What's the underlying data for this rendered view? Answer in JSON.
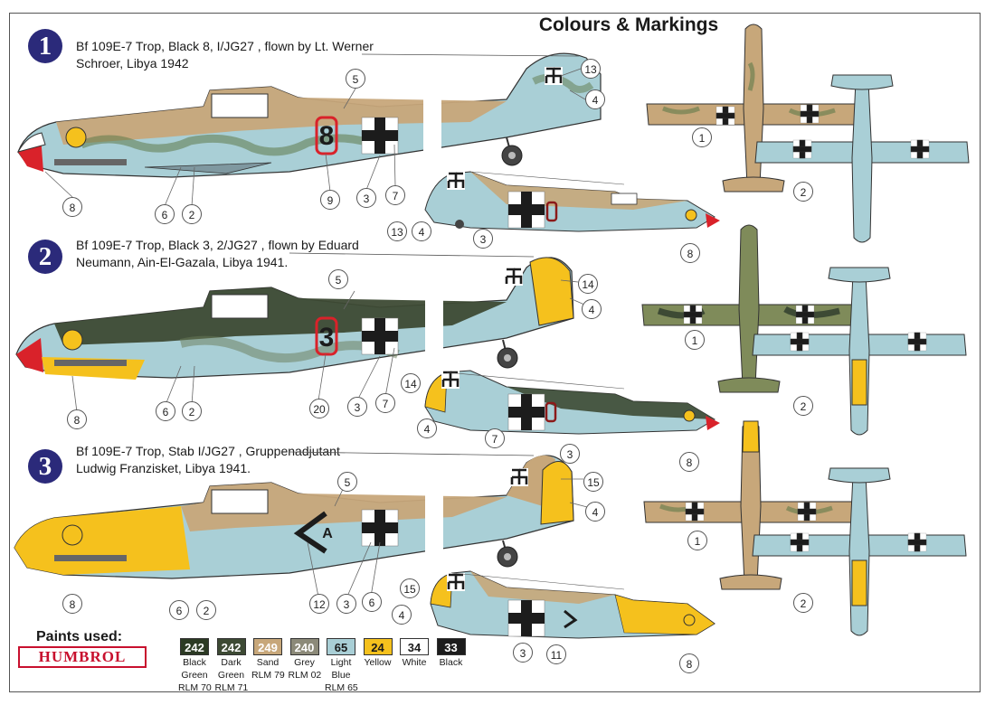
{
  "title": "Colours & Markings",
  "schemes": [
    {
      "number": "1",
      "line1": "Bf 109E-7 Trop, Black 8, I/JG27 , flown by Lt. Werner",
      "line2": "Schroer, Libya 1942"
    },
    {
      "number": "2",
      "line1": "Bf 109E-7 Trop, Black 3, 2/JG27 , flown by  Eduard",
      "line2": "Neumann, Ain-El-Gazala, Libya 1941."
    },
    {
      "number": "3",
      "line1": "Bf 109E-7 Trop, Stab I/JG27 , Gruppenadjutant",
      "line2": "Ludwig Franzisket, Libya 1941."
    }
  ],
  "fuselage_codes": [
    "8",
    "3",
    "A"
  ],
  "callouts": {
    "s1": [
      "5",
      "13",
      "4",
      "8",
      "6",
      "2",
      "9",
      "3",
      "7",
      "13",
      "4",
      "3",
      "8",
      "1",
      "2"
    ],
    "s2": [
      "5",
      "14",
      "4",
      "8",
      "6",
      "2",
      "20",
      "3",
      "7",
      "14",
      "4",
      "7",
      "3",
      "8",
      "1",
      "2"
    ],
    "s3": [
      "5",
      "15",
      "4",
      "8",
      "6",
      "2",
      "12",
      "3",
      "6",
      "15",
      "4",
      "3",
      "11",
      "8",
      "1",
      "2"
    ]
  },
  "paints_label": "Paints used:",
  "brand": "HUMBROL",
  "paints": [
    {
      "code": "242",
      "lines": [
        "Black",
        "Green",
        "RLM 70"
      ],
      "color": "#2c3a24",
      "text_color": "#ffffff"
    },
    {
      "code": "242",
      "lines": [
        "Dark",
        "Green",
        "RLM 71"
      ],
      "color": "#3d4a34",
      "text_color": "#ffffff"
    },
    {
      "code": "249",
      "lines": [
        "Sand",
        "RLM 79"
      ],
      "color": "#c7a77a",
      "text_color": "#ffffff"
    },
    {
      "code": "240",
      "lines": [
        "Grey",
        "RLM 02"
      ],
      "color": "#8c8a79",
      "text_color": "#ffffff"
    },
    {
      "code": "65",
      "lines": [
        "Light",
        "Blue",
        "RLM 65"
      ],
      "color": "#a9cfd6",
      "text_color": "#1a1a1a"
    },
    {
      "code": "24",
      "lines": [
        "Yellow"
      ],
      "color": "#f5c11d",
      "text_color": "#1a1a1a"
    },
    {
      "code": "34",
      "lines": [
        "White"
      ],
      "color": "#ffffff",
      "text_color": "#1a1a1a"
    },
    {
      "code": "33",
      "lines": [
        "Black"
      ],
      "color": "#1c1c1c",
      "text_color": "#ffffff"
    }
  ],
  "colors": {
    "light_blue": "#a9cfd6",
    "sand": "#c7a77a",
    "dark_green": "#3d4a34",
    "yellow": "#f5c11d",
    "red": "#d9222a",
    "badge": "#2b2a7a"
  }
}
